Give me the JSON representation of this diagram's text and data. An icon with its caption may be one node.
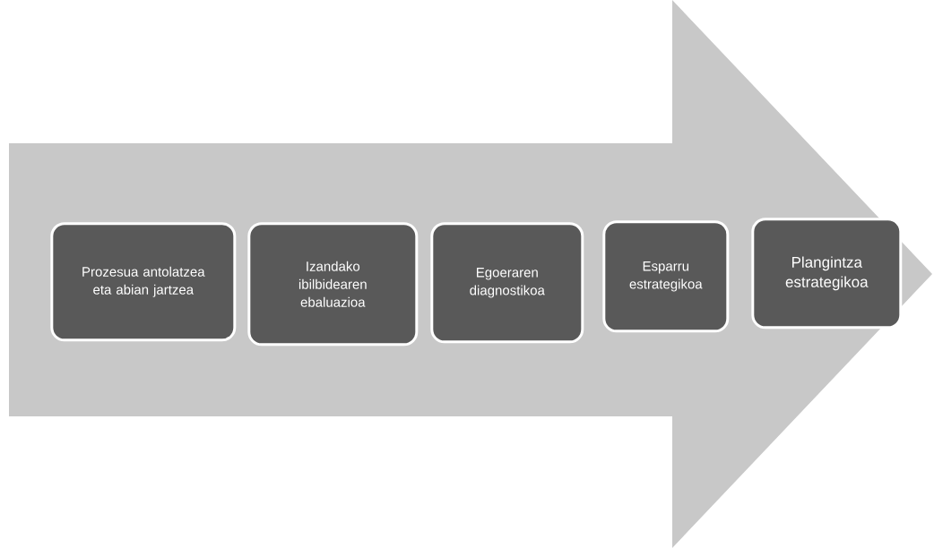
{
  "diagram": {
    "nodes": [
      {
        "text": [],
        "shape": "arrow"
      },
      {
        "text": [
          "Prozesua antolatzea eta abian jartzea"
        ],
        "in": 0
      },
      {
        "text": [
          "Izandako ibilbidearen ebaluazioa"
        ],
        "in": 0
      },
      {
        "text": [
          "Egoeraren diagnostikoa"
        ],
        "in": 0
      },
      {
        "text": [
          "Esparru estrategikoa"
        ],
        "in": 0
      },
      {
        "text": [
          "Plangintza estrategikoa"
        ],
        "in": 0
      }
    ]
  }
}
